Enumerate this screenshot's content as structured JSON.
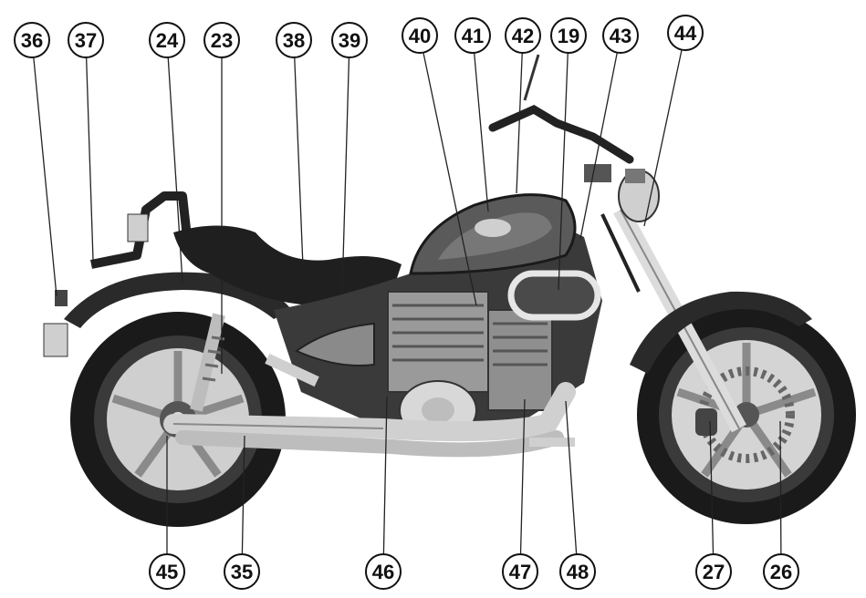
{
  "figure": {
    "subject": "motorcycle-parts-diagram",
    "callouts": [
      {
        "id": "36",
        "label": "36"
      },
      {
        "id": "37",
        "label": "37"
      },
      {
        "id": "24",
        "label": "24"
      },
      {
        "id": "23",
        "label": "23"
      },
      {
        "id": "38",
        "label": "38"
      },
      {
        "id": "39",
        "label": "39"
      },
      {
        "id": "40",
        "label": "40"
      },
      {
        "id": "41",
        "label": "41"
      },
      {
        "id": "42",
        "label": "42"
      },
      {
        "id": "19",
        "label": "19"
      },
      {
        "id": "43",
        "label": "43"
      },
      {
        "id": "44",
        "label": "44"
      },
      {
        "id": "45",
        "label": "45"
      },
      {
        "id": "35",
        "label": "35"
      },
      {
        "id": "46",
        "label": "46"
      },
      {
        "id": "47",
        "label": "47"
      },
      {
        "id": "48",
        "label": "48"
      },
      {
        "id": "27",
        "label": "27"
      },
      {
        "id": "26",
        "label": "26"
      }
    ]
  },
  "colors": {
    "ink": "#111111",
    "tank": "#5a5a5a",
    "chrome": "#d9d9d9",
    "tire": "#1a1a1a"
  }
}
